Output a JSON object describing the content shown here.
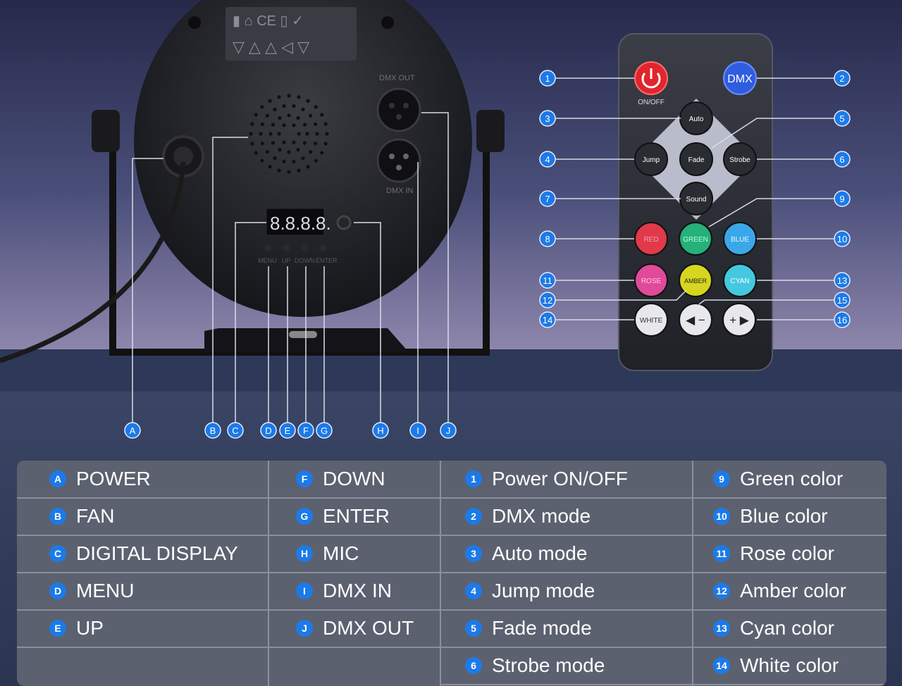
{
  "device": {
    "display_readout": "8.8.8.8.",
    "dmx_out_label": "DMX OUT",
    "dmx_in_label": "DMX IN",
    "button_labels": [
      "MENU",
      "UP",
      "DOWN",
      "ENTER"
    ]
  },
  "callouts_letters": [
    "A",
    "B",
    "C",
    "D",
    "E",
    "F",
    "G",
    "H",
    "I",
    "J"
  ],
  "remote": {
    "power_label": "ON/OFF",
    "dmx_button": "DMX",
    "buttons": {
      "auto": "Auto",
      "jump": "Jump",
      "fade": "Fade",
      "strobe": "Strobe",
      "sound": "Sound",
      "red": "RED",
      "green": "GREEN",
      "blue": "BLUE",
      "rose": "ROSE",
      "amber": "AMBER",
      "cyan": "CYAN",
      "white": "WHITE",
      "minus": "◀ −",
      "plus": "+ ▶"
    },
    "callout_numbers": [
      "1",
      "2",
      "3",
      "4",
      "5",
      "6",
      "7",
      "8",
      "9",
      "10",
      "11",
      "12",
      "13",
      "14",
      "15",
      "16"
    ]
  },
  "legend": {
    "col1": [
      {
        "key": "A",
        "label": "POWER"
      },
      {
        "key": "B",
        "label": "FAN"
      },
      {
        "key": "C",
        "label": "DIGITAL DISPLAY"
      },
      {
        "key": "D",
        "label": "MENU"
      },
      {
        "key": "E",
        "label": "UP"
      }
    ],
    "col2": [
      {
        "key": "F",
        "label": "DOWN"
      },
      {
        "key": "G",
        "label": "ENTER"
      },
      {
        "key": "H",
        "label": "MIC"
      },
      {
        "key": "I",
        "label": "DMX IN"
      },
      {
        "key": "J",
        "label": "DMX OUT"
      }
    ],
    "col3": [
      {
        "key": "1",
        "label": "Power ON/OFF"
      },
      {
        "key": "2",
        "label": "DMX mode"
      },
      {
        "key": "3",
        "label": "Auto mode"
      },
      {
        "key": "4",
        "label": "Jump mode"
      },
      {
        "key": "5",
        "label": "Fade mode"
      },
      {
        "key": "6",
        "label": "Strobe mode"
      }
    ],
    "col4": [
      {
        "key": "9",
        "label": "Green color"
      },
      {
        "key": "10",
        "label": "Blue color"
      },
      {
        "key": "11",
        "label": "Rose color"
      },
      {
        "key": "12",
        "label": "Amber color"
      },
      {
        "key": "13",
        "label": "Cyan color"
      },
      {
        "key": "14",
        "label": "White color"
      }
    ]
  }
}
